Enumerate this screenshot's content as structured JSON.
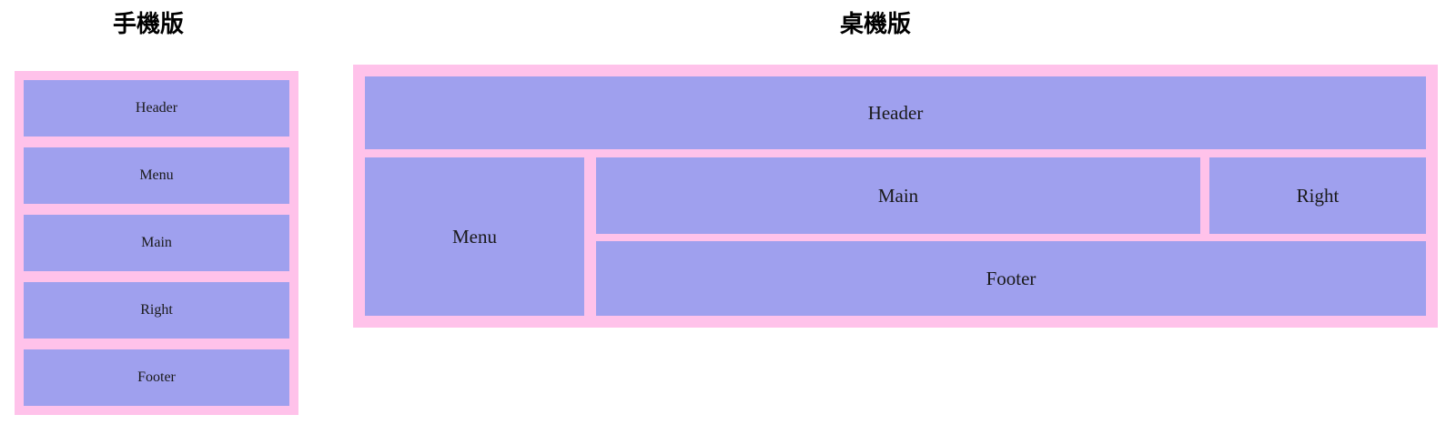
{
  "page": {
    "background_color": "#ffffff",
    "accent_container_color": "#ffc2ea",
    "accent_block_color": "#9fa0ee",
    "text_color": "#1a1a1a"
  },
  "mobile": {
    "heading": "手機版",
    "blocks": [
      {
        "label": "Header"
      },
      {
        "label": "Menu"
      },
      {
        "label": "Main"
      },
      {
        "label": "Right"
      },
      {
        "label": "Footer"
      }
    ]
  },
  "desktop": {
    "heading": "桌機版",
    "blocks": {
      "header": {
        "label": "Header"
      },
      "menu": {
        "label": "Menu"
      },
      "main": {
        "label": "Main"
      },
      "right": {
        "label": "Right"
      },
      "footer": {
        "label": "Footer"
      }
    }
  }
}
